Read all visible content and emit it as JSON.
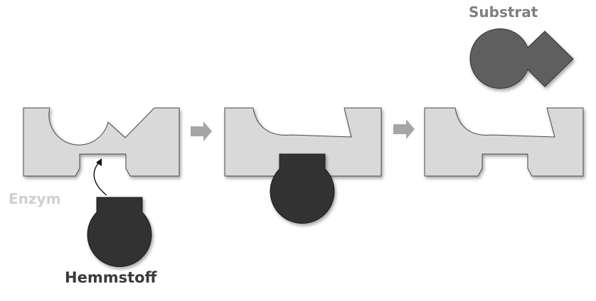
{
  "labels": {
    "substrat": "Substrat",
    "enzym": "Enzym",
    "hemmstoff": "Hemmstoff"
  },
  "colors": {
    "enzyme_fill": "#d9d9d9",
    "enzyme_stroke": "#4a4a4a",
    "inhibitor_fill": "#333333",
    "substrate_fill": "#5f5f5f",
    "arrow_fill": "#a6a6a6",
    "substrat_label": "#7f7f7f",
    "enzym_label": "#d0d0d0",
    "hemmstoff_label": "#3a3a3a"
  }
}
